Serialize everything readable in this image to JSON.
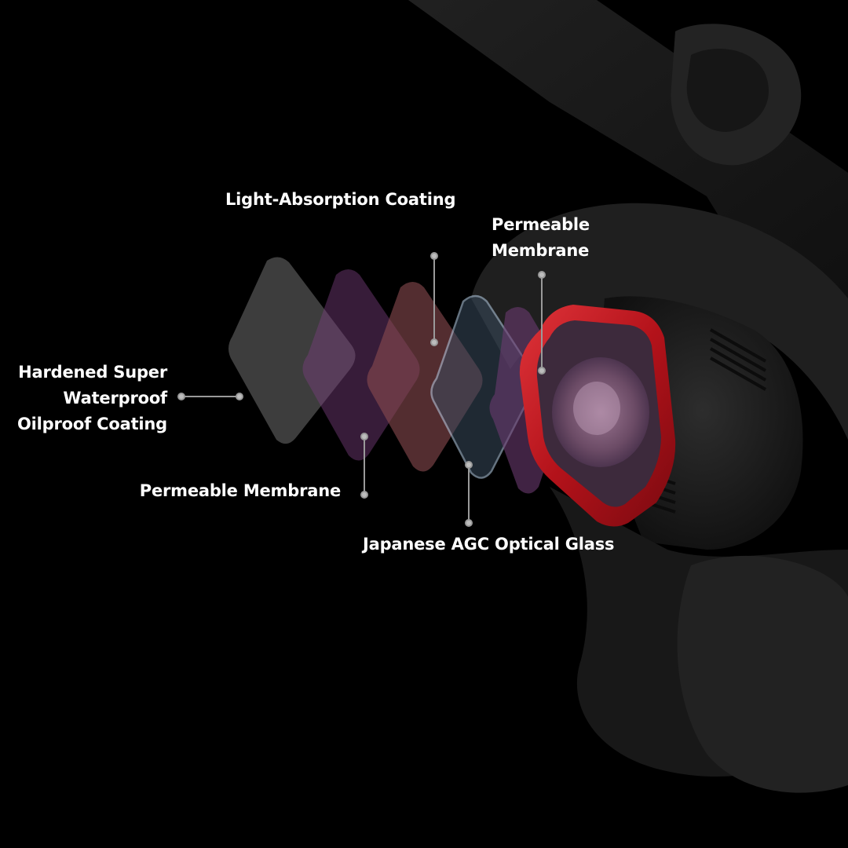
{
  "labels": {
    "hardened_line1": "Hardened Super",
    "hardened_line2": "Waterproof",
    "hardened_line3": "Oilproof Coating",
    "light_absorption": "Light-Absorption Coating",
    "permeable_top_line1": "Permeable",
    "permeable_top_line2": "Membrane",
    "permeable_bottom": "Permeable Membrane",
    "agc_glass": "Japanese AGC Optical Glass"
  },
  "colors": {
    "background": "#000000",
    "text": "#ffffff",
    "leader_line": "#9a9a9a",
    "filter_frame": "#c4151c",
    "drone_body": "#1c1c1c"
  }
}
